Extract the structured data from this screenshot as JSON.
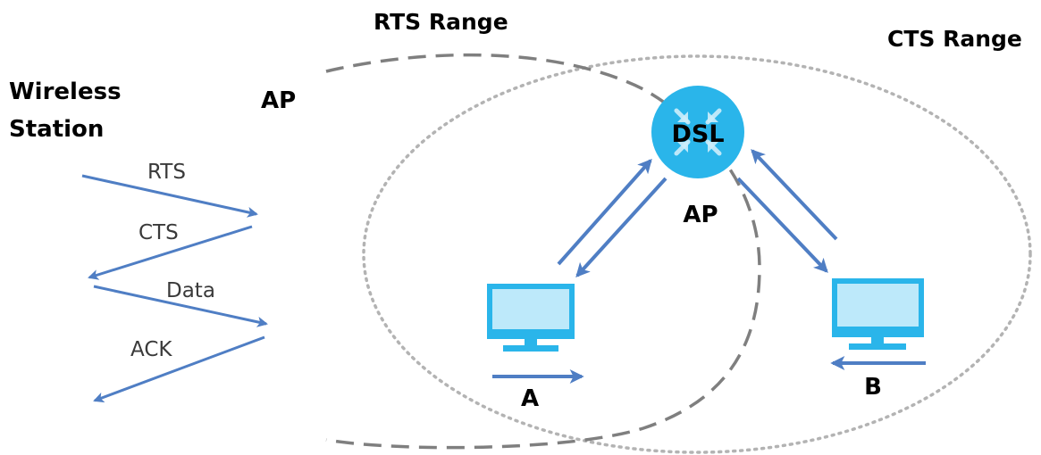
{
  "labels": {
    "rts_range": "RTS Range",
    "cts_range": "CTS Range",
    "wireless_station_line1": "Wireless",
    "wireless_station_line2": "Station",
    "ap_left": "AP",
    "ap_router": "AP",
    "router_text": "DSL",
    "station_a": "A",
    "station_b": "B"
  },
  "handshake": {
    "rts": "RTS",
    "cts": "CTS",
    "data": "Data",
    "ack": "ACK"
  },
  "colors": {
    "arrow": "#4f7ec4",
    "router_fill": "#2ab5ea",
    "monitor_frame": "#2ab5ea",
    "monitor_screen": "#bde9fa",
    "rts_range_line": "#7f7f7f",
    "cts_range_line": "#b3b3b3"
  }
}
